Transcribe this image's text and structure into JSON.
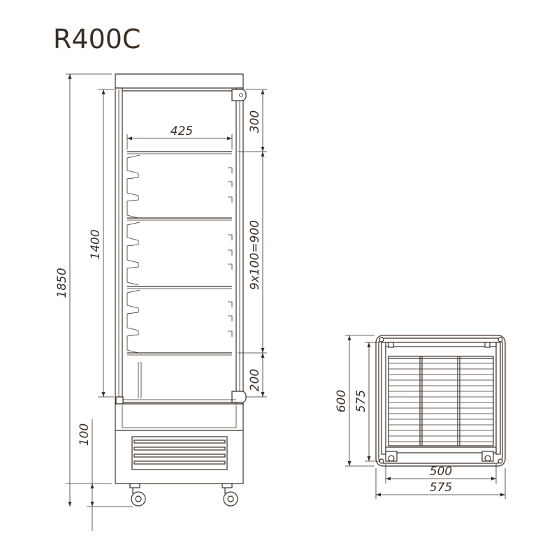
{
  "title": "R400C",
  "dimensions": {
    "total_height": "1850",
    "display_height": "1400",
    "plinth_height": "100",
    "inner_width": "425",
    "top_gap": "300",
    "shelf_spacing": "9x100=900",
    "bottom_gap": "200",
    "depth_outer": "600",
    "depth_inner": "575",
    "width_inner": "500",
    "width_outer": "575"
  },
  "colors": {
    "line": "#3a2e24",
    "shade": "#d9d2cb"
  }
}
